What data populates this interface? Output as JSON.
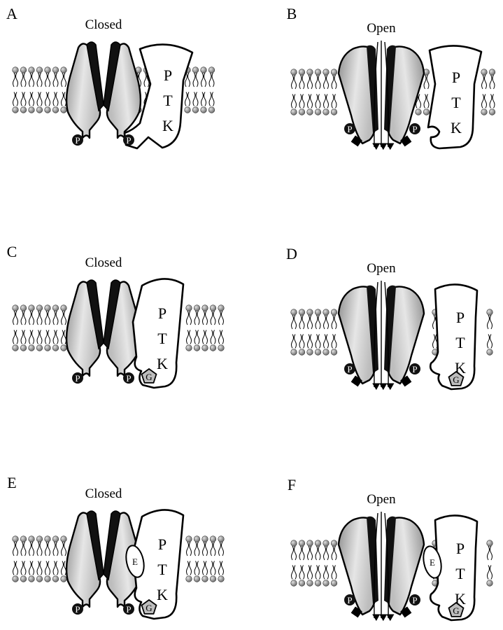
{
  "panels": [
    {
      "label": "A",
      "state": "Closed",
      "open": false,
      "g_protein": false,
      "e_protein": false
    },
    {
      "label": "B",
      "state": "Open",
      "open": true,
      "g_protein": false,
      "e_protein": false
    },
    {
      "label": "C",
      "state": "Closed",
      "open": false,
      "g_protein": true,
      "e_protein": false
    },
    {
      "label": "D",
      "state": "Open",
      "open": true,
      "g_protein": true,
      "e_protein": false
    },
    {
      "label": "E",
      "state": "Closed",
      "open": false,
      "g_protein": true,
      "e_protein": true
    },
    {
      "label": "F",
      "state": "Open",
      "open": true,
      "g_protein": true,
      "e_protein": true
    }
  ],
  "ptk_letters": [
    "P",
    "T",
    "K"
  ],
  "phospho_label": "P",
  "g_label": "G",
  "e_label": "E",
  "colors": {
    "subunit_light": "#eeeeee",
    "subunit_dark": "#8f8f8f",
    "lipid_head": "#9a9a9a",
    "band": "#111111",
    "g_fill": "#bdbdbd"
  }
}
